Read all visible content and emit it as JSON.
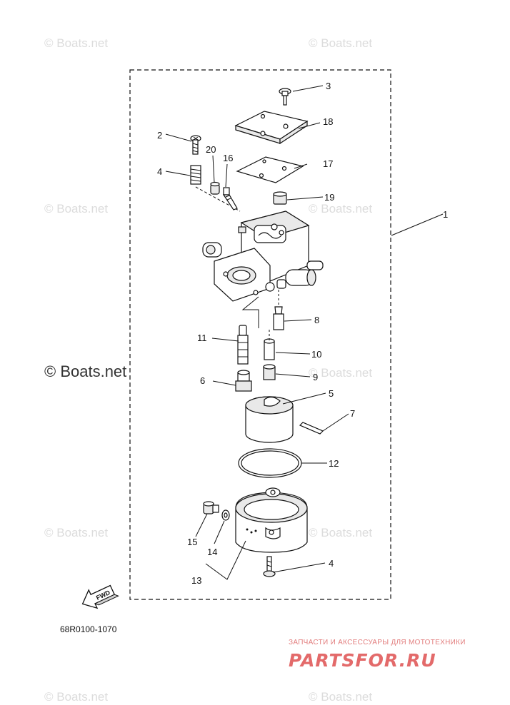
{
  "watermarks": {
    "small": "© Boats.net",
    "large": "© Boats.net"
  },
  "diagram_code": "68R0100-1070",
  "fwd_label": "FWD",
  "callouts": [
    "1",
    "2",
    "3",
    "4",
    "4",
    "5",
    "6",
    "7",
    "8",
    "9",
    "10",
    "11",
    "12",
    "13",
    "14",
    "15",
    "16",
    "17",
    "18",
    "19",
    "20"
  ],
  "brand": {
    "tagline": "ЗАПЧАСТИ И АКСЕССУАРЫ ДЛЯ МОТОТЕХНИКИ",
    "name": "PARTSFOR.RU"
  },
  "colors": {
    "line": "#111111",
    "watermark": "#dcdcdc",
    "brand": "#e36a6a"
  }
}
